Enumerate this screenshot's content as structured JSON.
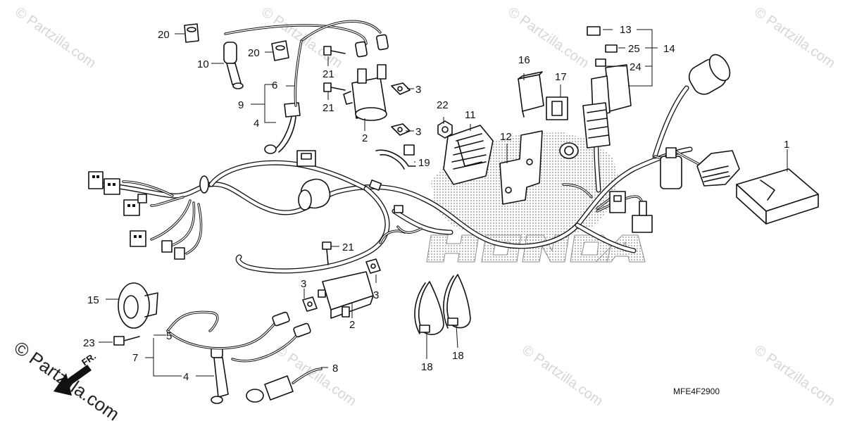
{
  "diagram_code": "MFE4F2900",
  "watermark": "© Partzilla.com",
  "front_marker": "FR.",
  "callouts": {
    "c1": "1",
    "c2a": "2",
    "c2b": "2",
    "c3a": "3",
    "c3b": "3",
    "c3c": "3",
    "c3d": "3",
    "c4a": "4",
    "c4b": "4",
    "c5": "5",
    "c6": "6",
    "c7": "7",
    "c8": "8",
    "c9": "9",
    "c10": "10",
    "c11": "11",
    "c12": "12",
    "c13": "13",
    "c14": "14",
    "c15": "15",
    "c16": "16",
    "c17": "17",
    "c18a": "18",
    "c18b": "18",
    "c19": "19",
    "c20a": "20",
    "c20b": "20",
    "c21a": "21",
    "c21b": "21",
    "c21c": "21",
    "c22": "22",
    "c23": "23",
    "c24": "24",
    "c25": "25"
  }
}
